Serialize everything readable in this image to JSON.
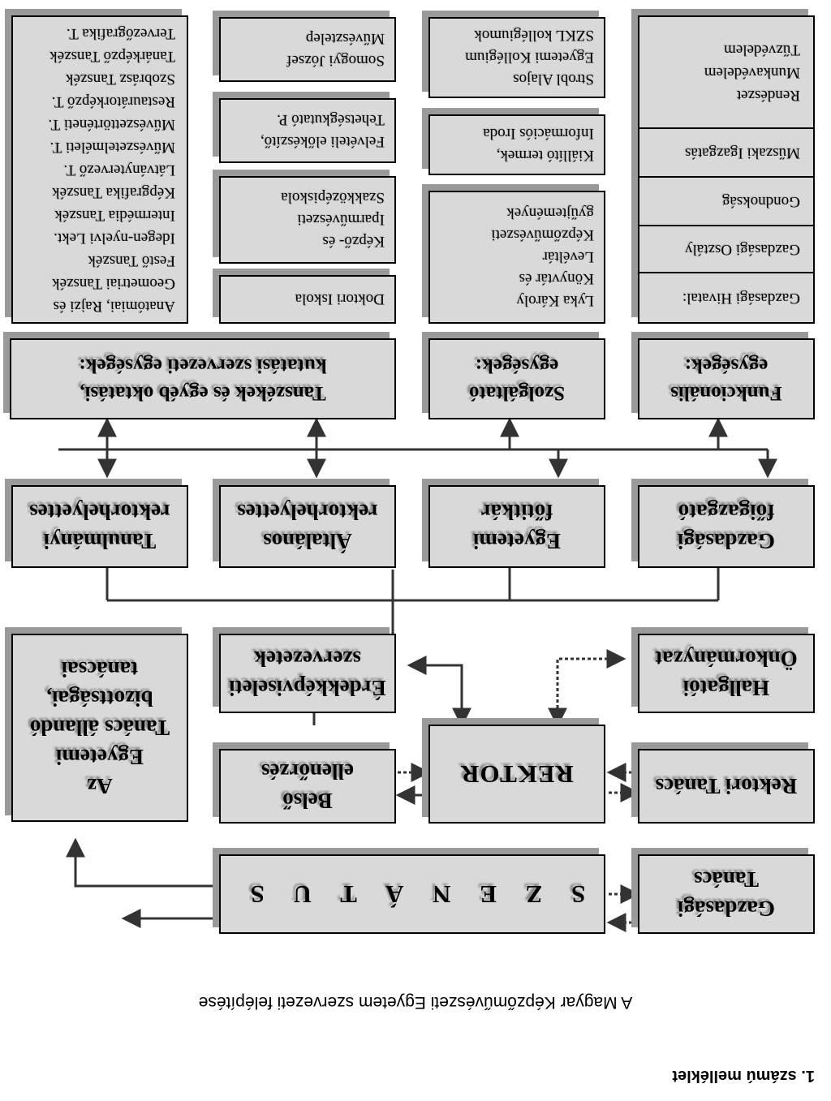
{
  "title": "A Magyar Képzőművészeti Egyetem szervezeti felépítése",
  "annex": "1. számú melléklet",
  "rektor": "REKTOR",
  "szenatus": "S Z E N Á T U S",
  "belso": [
    "Belső",
    "ellenőrzés"
  ],
  "erdek": [
    "Érdekképviseleti",
    "szervezetek"
  ],
  "tanacs": [
    "Az",
    "Egyetemi",
    "Tanács állandó",
    "bizottságai,",
    "tanácsai"
  ],
  "hallgatoi": [
    "Hallgatói",
    "Önkormányzat"
  ],
  "rektori": "Rektori Tanács",
  "gazdasagi_tanacs": [
    "Gazdasági",
    "Tanács"
  ],
  "leaders": [
    [
      "Tanulmányi",
      "rektorhelyettes"
    ],
    [
      "Általános",
      "rektorhelyettes"
    ],
    [
      "Egyetemi",
      "főtitkár"
    ],
    [
      "Gazdasági",
      "főigazgató"
    ]
  ],
  "units": {
    "oktatasi": [
      "Tanszékek és egyéb oktatási,",
      "kutatási szervezeti egységek:"
    ],
    "szolgaltato": [
      "Szolgáltató",
      "egységek:"
    ],
    "funkcionalis": [
      "Funkcionális",
      "egységek:"
    ]
  },
  "tanszekek": [
    "Anatómiai, Rajzi és",
    "Geometriai Tanszék",
    "Festő Tanszék",
    "Idegen-nyelvi Lekt.",
    "Intermédia Tanszék",
    "Képgrafika Tanszék",
    "Látványtervező T.",
    "Művészetelméleti T.",
    "Művészettörténeti T.",
    "Restaurátorképző T.",
    "Szobrász Tanszék",
    "Tanárképző Tanszék",
    "Tervezőgrafika T."
  ],
  "doktori": "Doktori Iskola",
  "kepzo": [
    "Képző- és",
    "Iparművészeti",
    "Szakközépiskola"
  ],
  "felveteli": [
    "Felvételi előkészítő,",
    "Tehetségkutató P."
  ],
  "muvesztelep": [
    "Somogyi József",
    "Művésztelep"
  ],
  "konyvtar": [
    "Lyka Károly",
    "Könyvtár és",
    "Levéltár",
    "Képzőművészeti",
    "gyűjtemények"
  ],
  "kiallito": [
    "Kiállító termek,",
    "Információs Iroda"
  ],
  "kollegium": [
    "Strobl Alajos",
    "Egyetemi Kollégium",
    "SZKL kollégiumok"
  ],
  "funkcionalis_list": [
    [
      "Gazdasági Hivatal:"
    ],
    [
      "Gazdasági Osztály"
    ],
    [
      "Gondnokság"
    ],
    [
      "Műszaki Igazgatás"
    ],
    [
      "Rendészet",
      "Munkavédelem",
      "Tűzvédelem"
    ]
  ]
}
